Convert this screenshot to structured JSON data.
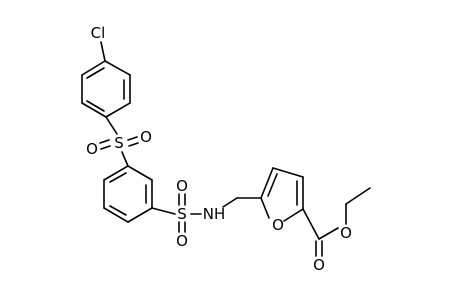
{
  "molecule": {
    "atoms": {
      "chlorine": "Cl",
      "sulfonyl_upper_s": "S",
      "sulfonyl_upper_o_left": "O",
      "sulfonyl_upper_o_right": "O",
      "sulfonamide_s": "S",
      "sulfonamide_o_top": "O",
      "sulfonamide_o_bottom": "O",
      "amide_nh": "NH",
      "furan_o": "O",
      "carbonyl_o": "O",
      "ester_o": "O"
    }
  },
  "colors": {
    "bond": "#000000",
    "label": "#000000",
    "background": "#ffffff"
  }
}
